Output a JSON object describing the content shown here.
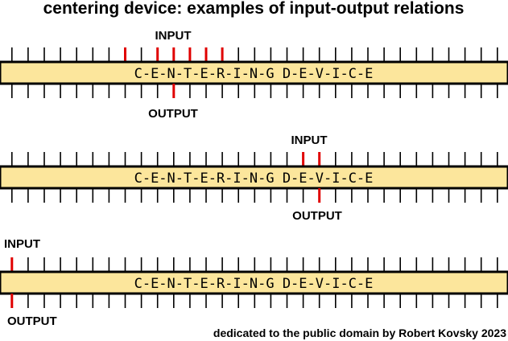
{
  "title": "centering device:  examples of input-output relations",
  "device_label": "C-E-N-T-E-R-I-N-G D-E-V-I-C-E",
  "input_label": "INPUT",
  "output_label": "OUTPUT",
  "credit": "dedicated to the public domain by Robert Kovsky 2023",
  "colors": {
    "device_fill": "#fce69c",
    "device_stroke": "#000000",
    "tick_normal": "#000000",
    "tick_active": "#e00000"
  },
  "tick_count": 31,
  "examples": [
    {
      "active_inputs": [
        7,
        9,
        10,
        11,
        12,
        13
      ],
      "active_output": 10
    },
    {
      "active_inputs": [
        18,
        19
      ],
      "active_output": 19
    },
    {
      "active_inputs": [
        0
      ],
      "active_output": 0
    }
  ]
}
